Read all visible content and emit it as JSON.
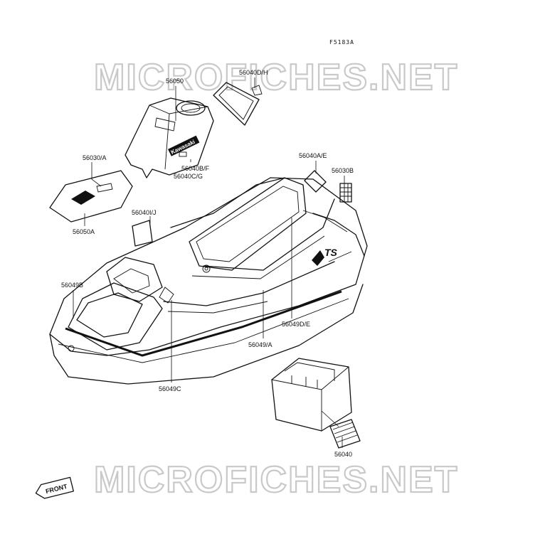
{
  "figure_code": "F5183A",
  "watermark": "MICROFICHES.NET",
  "front_badge": "FRONT",
  "hull_graphic": "TS",
  "cover_brand": "Kawasaki",
  "parts": {
    "p56050": "56050",
    "p56040DH": "56040D/H",
    "p56030A": "56030/A",
    "p56040BF": "56040B/F",
    "p56040CG": "56040C/G",
    "p56040AE": "56040A/E",
    "p56030B": "56030B",
    "p56050A": "56050A",
    "p56040IJ": "56040I/J",
    "p56049B": "56049B",
    "p56049DE": "56049D/E",
    "p56049A": "56049/A",
    "p56049C": "56049C",
    "p56040": "56040"
  }
}
